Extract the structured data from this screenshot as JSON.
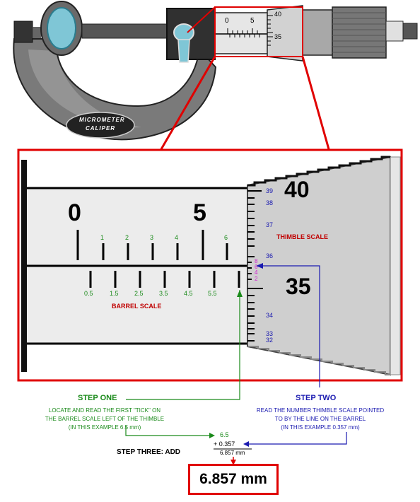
{
  "caliper": {
    "label_line1": "MICROMETER",
    "label_line2": "CALIPER"
  },
  "mini": {
    "barrel_labels": [
      "0",
      "5"
    ],
    "thimble_labels": [
      "40",
      "35"
    ]
  },
  "zoom": {
    "barrel_major_labels": [
      "0",
      "5"
    ],
    "barrel_upper_labels": [
      "1",
      "2",
      "3",
      "4",
      "6"
    ],
    "barrel_lower_labels": [
      "0.5",
      "1.5",
      "2.5",
      "3.5",
      "4.5",
      "5.5"
    ],
    "barrel_scale_label": "BARREL SCALE",
    "thimble_scale_label": "THIMBLE SCALE",
    "thimble_big_labels": [
      "40",
      "35"
    ],
    "thimble_small_labels": [
      "39",
      "38",
      "37",
      "36",
      "34",
      "33",
      "32"
    ],
    "thimble_magenta_labels": [
      "8",
      "6",
      "4",
      "2"
    ]
  },
  "step_one": {
    "title": "STEP ONE",
    "line1": "LOCATE AND READ THE FIRST \"TICK\" ON",
    "line2": "THE BARREL SCALE LEFT OF THE THIMBLE",
    "line3": "(IN THIS EXAMPLE  6.5 mm)"
  },
  "step_two": {
    "title": "STEP TWO",
    "line1": "READ THE NUMBER THIMBLE SCALE POINTED",
    "line2": "TO BY THE LINE ON THE BARREL",
    "line3": "(IN THIS EXAMPLE   0.357 mm)"
  },
  "step_three": {
    "title": "STEP THREE: ADD"
  },
  "sum": {
    "a": "6.5",
    "b": "+ 0.357",
    "total": "6.857 mm"
  },
  "result": "6.857 mm",
  "colors": {
    "red": "#e00000",
    "green": "#1a8a1a",
    "blue": "#1a1ab0",
    "magenta": "#d020d0",
    "gray": "#c8c8c8"
  }
}
